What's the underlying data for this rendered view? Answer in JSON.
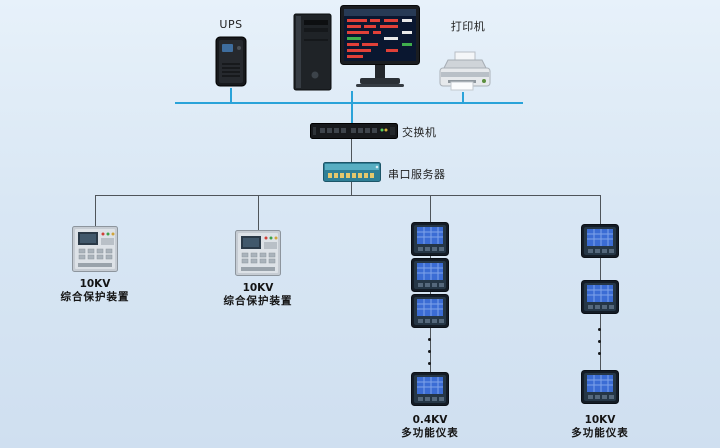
{
  "colors": {
    "network_bus": "#2aa3d9",
    "field_wire": "#4f555a",
    "background_top": "#e7f1fa",
    "background_bottom": "#cfdff0",
    "meter_screen": "#3b6cd4",
    "server_body": "#2f7f96"
  },
  "top_row": {
    "ups_label": "UPS",
    "printer_label": "打印机"
  },
  "middle": {
    "switch_label": "交换机",
    "serial_server_label": "串口服务器"
  },
  "groups": {
    "protection_1": {
      "kv": "10KV",
      "name": "综合保护装置"
    },
    "protection_2": {
      "kv": "10KV",
      "name": "综合保护装置"
    },
    "meters_04kv": {
      "kv": "0.4KV",
      "name": "多功能仪表"
    },
    "meters_10kv": {
      "kv": "10KV",
      "name": "多功能仪表"
    }
  }
}
